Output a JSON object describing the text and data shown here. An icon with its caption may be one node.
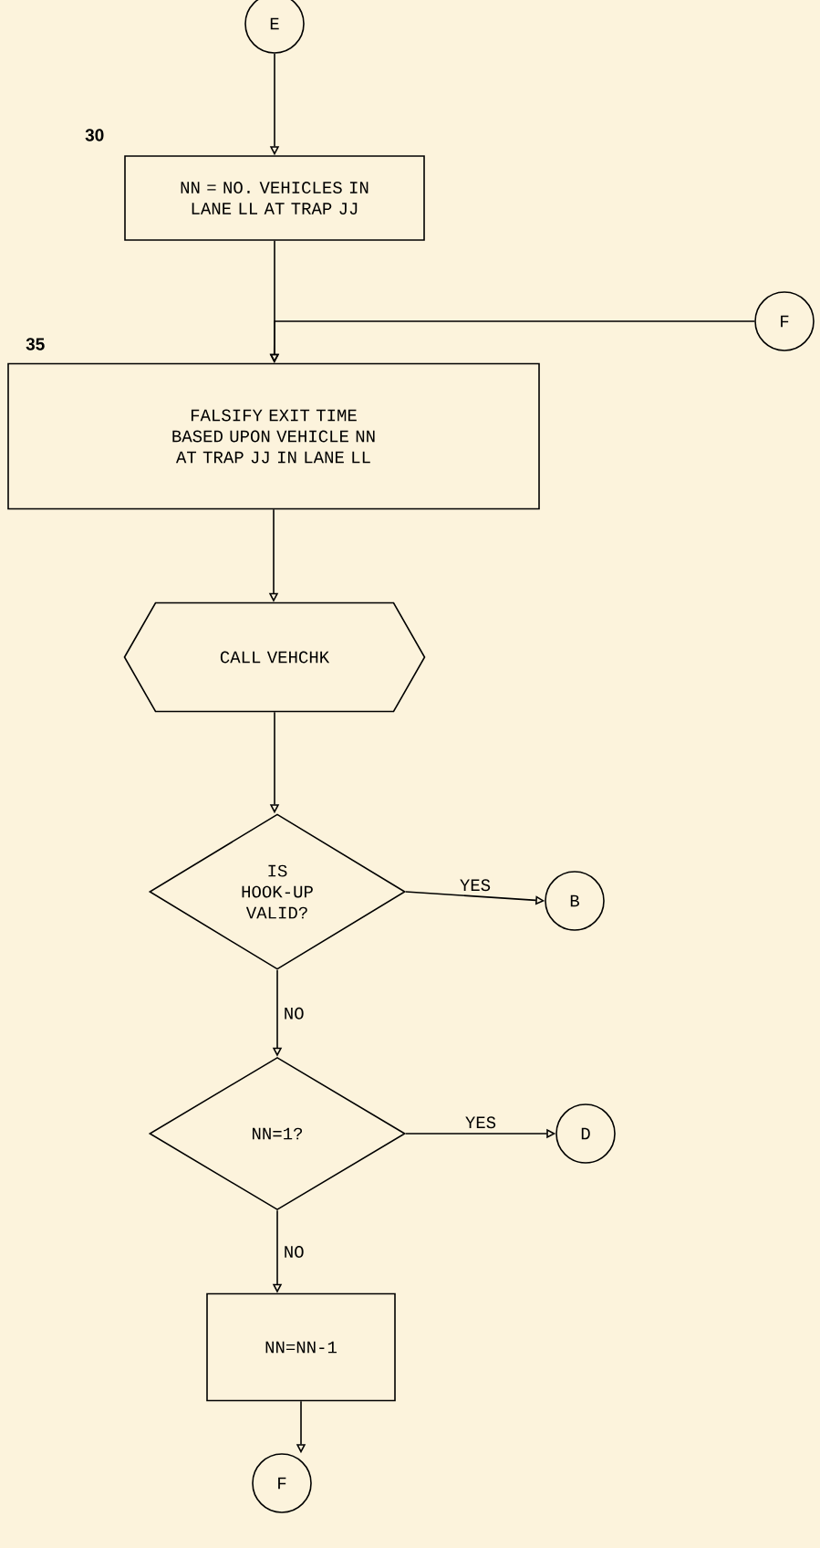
{
  "diagram": {
    "nodes": [
      {
        "text": [
          "E"
        ]
      },
      {
        "text": [
          "NN = NO. VEHICLES IN LANE LL AT TRAP JJ"
        ],
        "beside": [
          "30"
        ]
      },
      {
        "text": [
          "F"
        ]
      },
      {
        "text": [
          "FALSIFY EXIT TIME BASED UPON VEHICLE NN AT TRAP JJ IN LANE LL"
        ],
        "beside": [
          "35"
        ]
      },
      {
        "text": [
          "CALL VEHCHK"
        ]
      },
      {
        "text": [
          "IS HOOK-UP VALID?"
        ]
      },
      {
        "text": [
          "B"
        ]
      },
      {
        "text": [
          "NN=1?"
        ]
      },
      {
        "text": [
          "D"
        ]
      },
      {
        "text": [
          "NN=NN-1"
        ]
      },
      {
        "text": [
          "F"
        ]
      }
    ],
    "edges": [
      {
        "from": 0,
        "to": 1,
        "arrow": "to"
      },
      {
        "from": 1,
        "to": 3,
        "arrow": "to"
      },
      {
        "from": 2,
        "to": 3,
        "arrow": "to"
      },
      {
        "from": 3,
        "to": 4,
        "arrow": "to"
      },
      {
        "from": 4,
        "to": 5,
        "arrow": "to"
      },
      {
        "from": 5,
        "to": 6,
        "arrow": "to",
        "label": "YES"
      },
      {
        "from": 5,
        "to": 7,
        "arrow": "to",
        "label": "NO"
      },
      {
        "from": 7,
        "to": 8,
        "arrow": "to",
        "label": "YES"
      },
      {
        "from": 7,
        "to": 9,
        "arrow": "to",
        "label": "NO"
      },
      {
        "from": 9,
        "to": 10,
        "arrow": "to"
      }
    ]
  }
}
